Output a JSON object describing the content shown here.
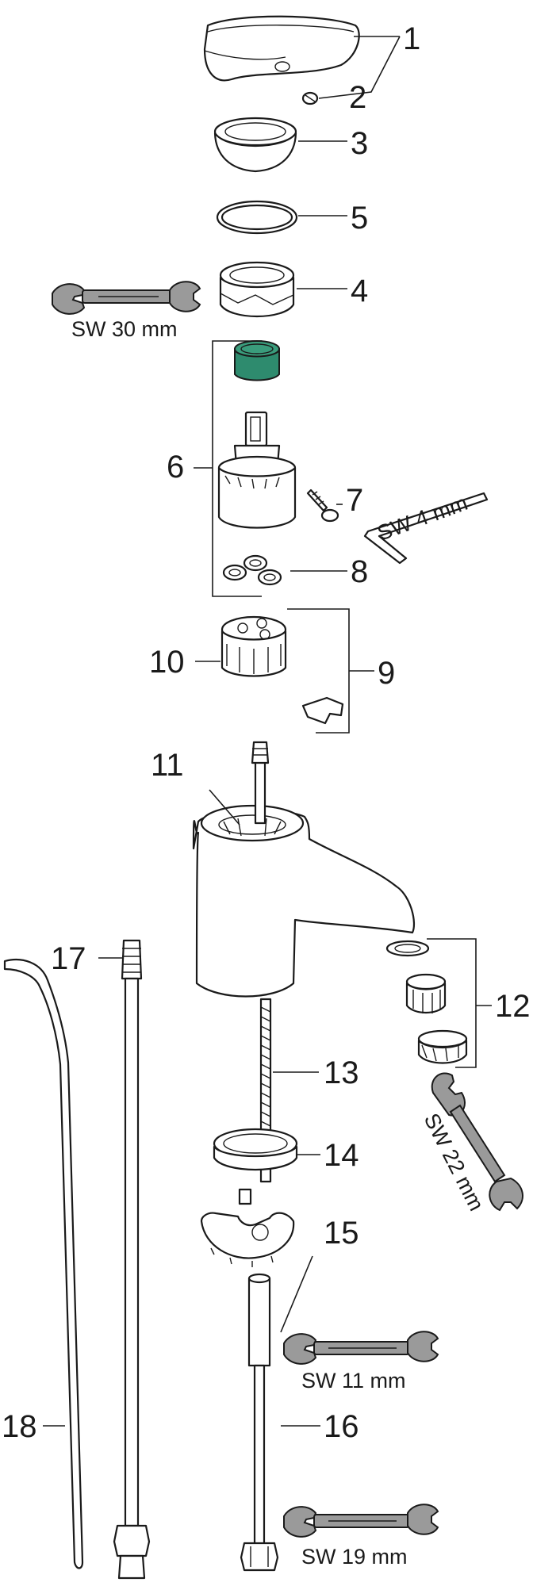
{
  "diagram": {
    "part_numbers": {
      "p1": "1",
      "p2": "2",
      "p3": "3",
      "p4": "4",
      "p5": "5",
      "p6": "6",
      "p7": "7",
      "p8": "8",
      "p9": "9",
      "p10": "10",
      "p11": "11",
      "p12": "12",
      "p13": "13",
      "p14": "14",
      "p15": "15",
      "p16": "16",
      "p17": "17",
      "p18": "18"
    },
    "tool_labels": {
      "wrench_30": "SW 30 mm",
      "hex_key_4": "SW 4 mm",
      "wrench_22": "SW 22 mm",
      "wrench_11": "SW 11 mm",
      "wrench_19": "SW 19 mm"
    },
    "colors": {
      "line": "#1a1a1a",
      "cartridge_ring": "#2e8b6e",
      "wrench_fill": "#9a9a9a"
    }
  }
}
